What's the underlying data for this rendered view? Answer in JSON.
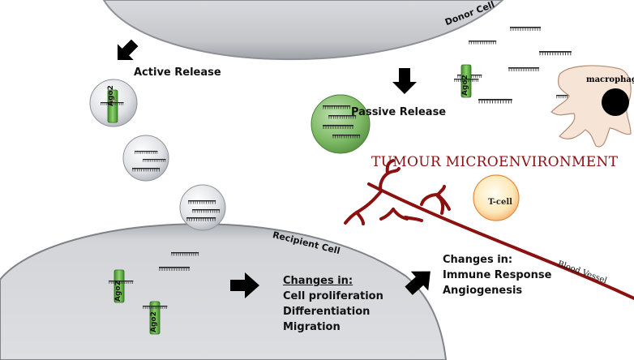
{
  "title": "TUMOUR MICROENVIRONMENT",
  "cells": {
    "donor": "Donor Cell",
    "recipient": "Recipient Cell",
    "macrophage": "macrophage",
    "tcell": "T-cell"
  },
  "labels": {
    "active_release": "Active Release",
    "passive_release": "Passive Release",
    "blood_vessel": "Blood Vessel",
    "ago2": "Ago2"
  },
  "recipient_changes": {
    "heading": "Changes in:",
    "items": [
      "Cell proliferation",
      "Differentiation",
      "Migration"
    ]
  },
  "microenvironment_changes": {
    "heading": "Changes in:",
    "items": [
      "Immune Response",
      "Angiogenesis"
    ]
  },
  "colors": {
    "vessel": "#8b1010",
    "title": "#8a1111",
    "ago2": "#5aa83a",
    "passive_vesicle": "#6aac52"
  }
}
